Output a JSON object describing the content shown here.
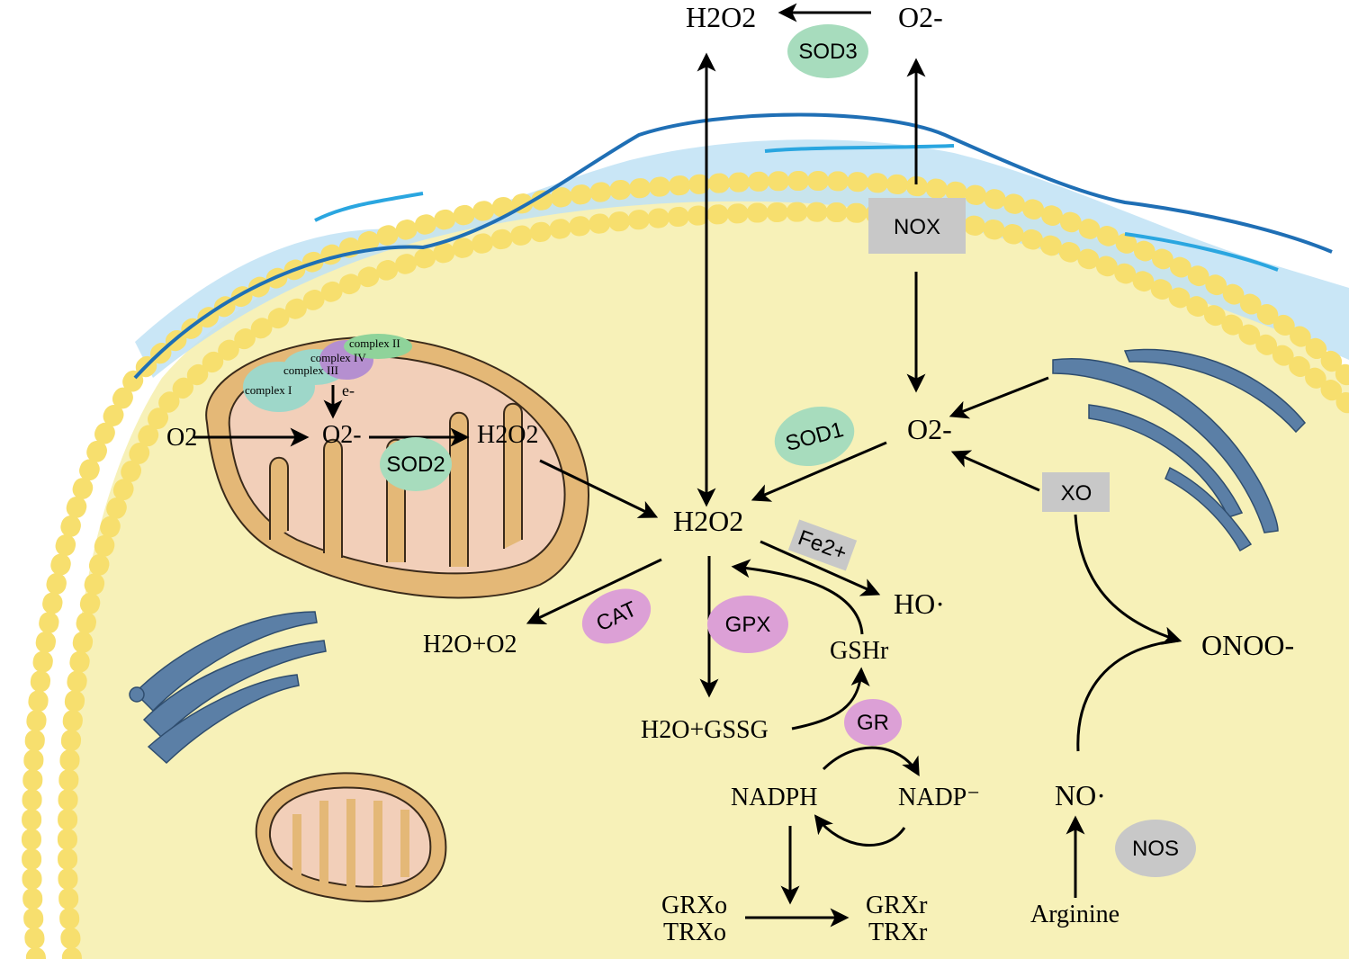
{
  "labels": {
    "h2o2_top": "H2O2",
    "o2minus_top": "O2-",
    "sod3": "SOD3",
    "nox": "NOX",
    "o2minus_mid": "O2-",
    "sod1": "SOD1",
    "xo": "XO",
    "h2o2_center": "H2O2",
    "fe": "Fe2+",
    "ho_radical": "HO·",
    "cat": "CAT",
    "h2o_o2": "H2O+O2",
    "gpx": "GPX",
    "gshr": "GSHr",
    "h2o_gssg": "H2O+GSSG",
    "gr": "GR",
    "nadph": "NADPH",
    "nadp": "NADP⁻",
    "grxo": "GRXo",
    "trxo": "TRXo",
    "grxr": "GRXr",
    "trxr": "TRXr",
    "onoo": "ONOO-",
    "no_radical": "NO·",
    "nos": "NOS",
    "arginine": "Arginine",
    "mito_o2": "O2",
    "mito_o2minus": "O2-",
    "mito_h2o2": "H2O2",
    "sod2": "SOD2",
    "complex_i": "complex I",
    "complex_ii": "complex II",
    "complex_iii": "complex III",
    "complex_iv": "complex IV",
    "electron": "e-"
  },
  "colors": {
    "cytoplasm": "#f7f1b8",
    "lipid_bead": "#f7df6e",
    "membrane_line": "#1f6fb5",
    "ecm_blue": "#a9d6f0",
    "mito_outer": "#e4b877",
    "mito_inner": "#f2cfb9",
    "golgi": "#5b7fa6",
    "enzyme_green": "#a7dcbd",
    "enzyme_pink": "#dca0d6",
    "enzyme_gray": "#c8c8c8",
    "complex_teal": "#9ed7c9",
    "complex_purple": "#b58fd0",
    "complex_green": "#8fd39a"
  }
}
